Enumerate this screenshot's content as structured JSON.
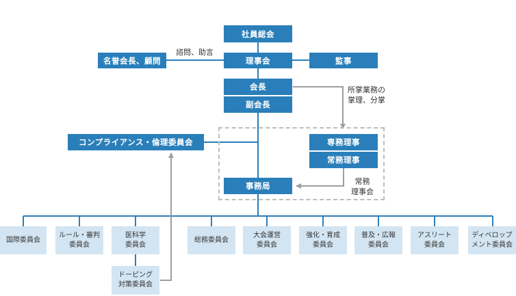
{
  "nodes": {
    "general_meeting": "社員総会",
    "board": "理事会",
    "honorary": "名誉会長、顧問",
    "auditor": "監事",
    "president": "会長",
    "vice_president": "副会長",
    "compliance": "コンプライアンス・倫理委員会",
    "senior_managing": "専務理事",
    "managing": "常務理事",
    "secretariat": "事務局"
  },
  "notes": {
    "consult": "諮問、助言",
    "duties_line1": "所掌業務の",
    "duties_line2": "掌理、分掌",
    "executive_line1": "常務",
    "executive_line2": "理事会"
  },
  "committees": [
    {
      "line1": "国際委員会",
      "line2": ""
    },
    {
      "line1": "ルール・審判",
      "line2": "委員会"
    },
    {
      "line1": "医科学",
      "line2": "委員会"
    },
    {
      "line1": "総務委員会",
      "line2": ""
    },
    {
      "line1": "大会運営",
      "line2": "委員会"
    },
    {
      "line1": "強化・育成",
      "line2": "委員会"
    },
    {
      "line1": "普及・広報",
      "line2": "委員会"
    },
    {
      "line1": "アスリート",
      "line2": "委員会"
    },
    {
      "line1": "ディベロップ",
      "line2": "メント委員会"
    }
  ],
  "doping": {
    "line1": "ドーピング",
    "line2": "対策委員会"
  },
  "colors": {
    "dark_box": "#2a7fba",
    "light_box": "#d3e5f2",
    "line": "#2a7fba",
    "arrow": "#9e9e9e",
    "dashed": "#bdbdbd"
  }
}
